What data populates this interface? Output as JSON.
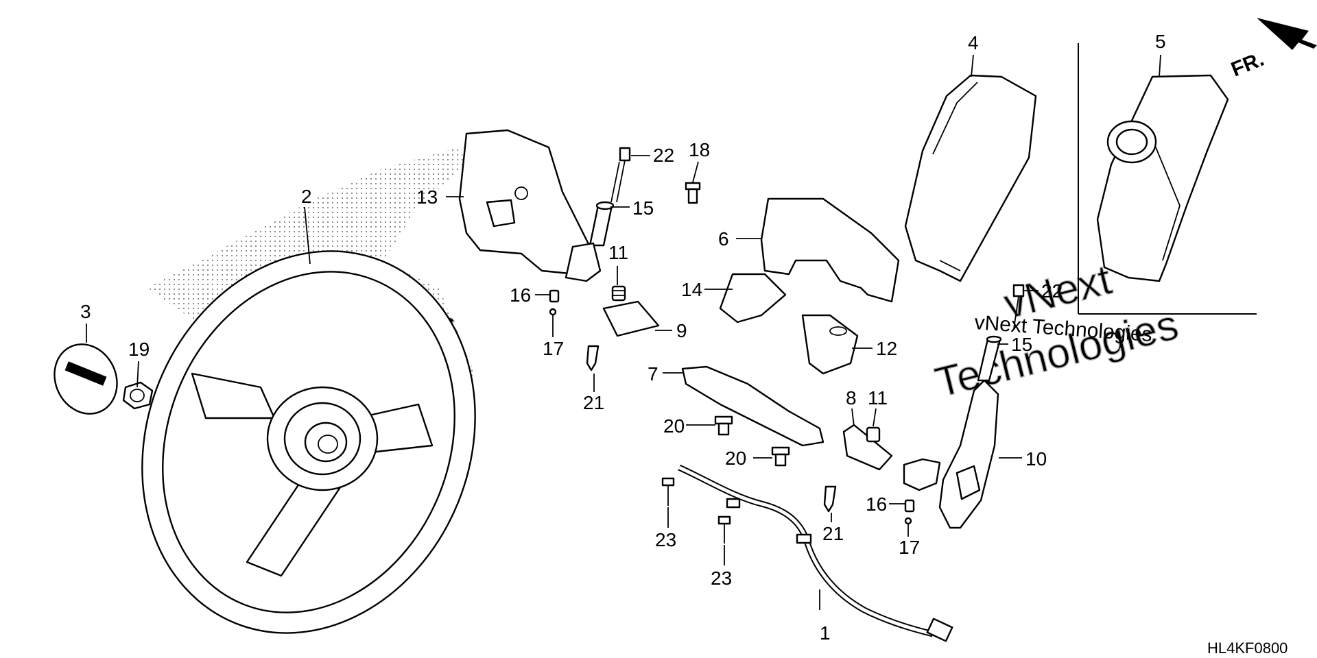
{
  "diagram": {
    "code": "HL4KF0800",
    "direction_label": "FR.",
    "watermark_line1": "vNext Technologies",
    "watermark_line2_a": "vNext",
    "watermark_line2_b": "Technologies",
    "callouts": {
      "c1": "1",
      "c2": "2",
      "c3": "3",
      "c4": "4",
      "c5": "5",
      "c6": "6",
      "c7": "7",
      "c8": "8",
      "c9": "9",
      "c10": "10",
      "c11a": "11",
      "c11b": "11",
      "c12": "12",
      "c13": "13",
      "c14": "14",
      "c15a": "15",
      "c15b": "15",
      "c16a": "16",
      "c16b": "16",
      "c17a": "17",
      "c17b": "17",
      "c18": "18",
      "c19": "19",
      "c20a": "20",
      "c20b": "20",
      "c21a": "21",
      "c21b": "21",
      "c22a": "22",
      "c22b": "22",
      "c23a": "23",
      "c23b": "23"
    }
  }
}
